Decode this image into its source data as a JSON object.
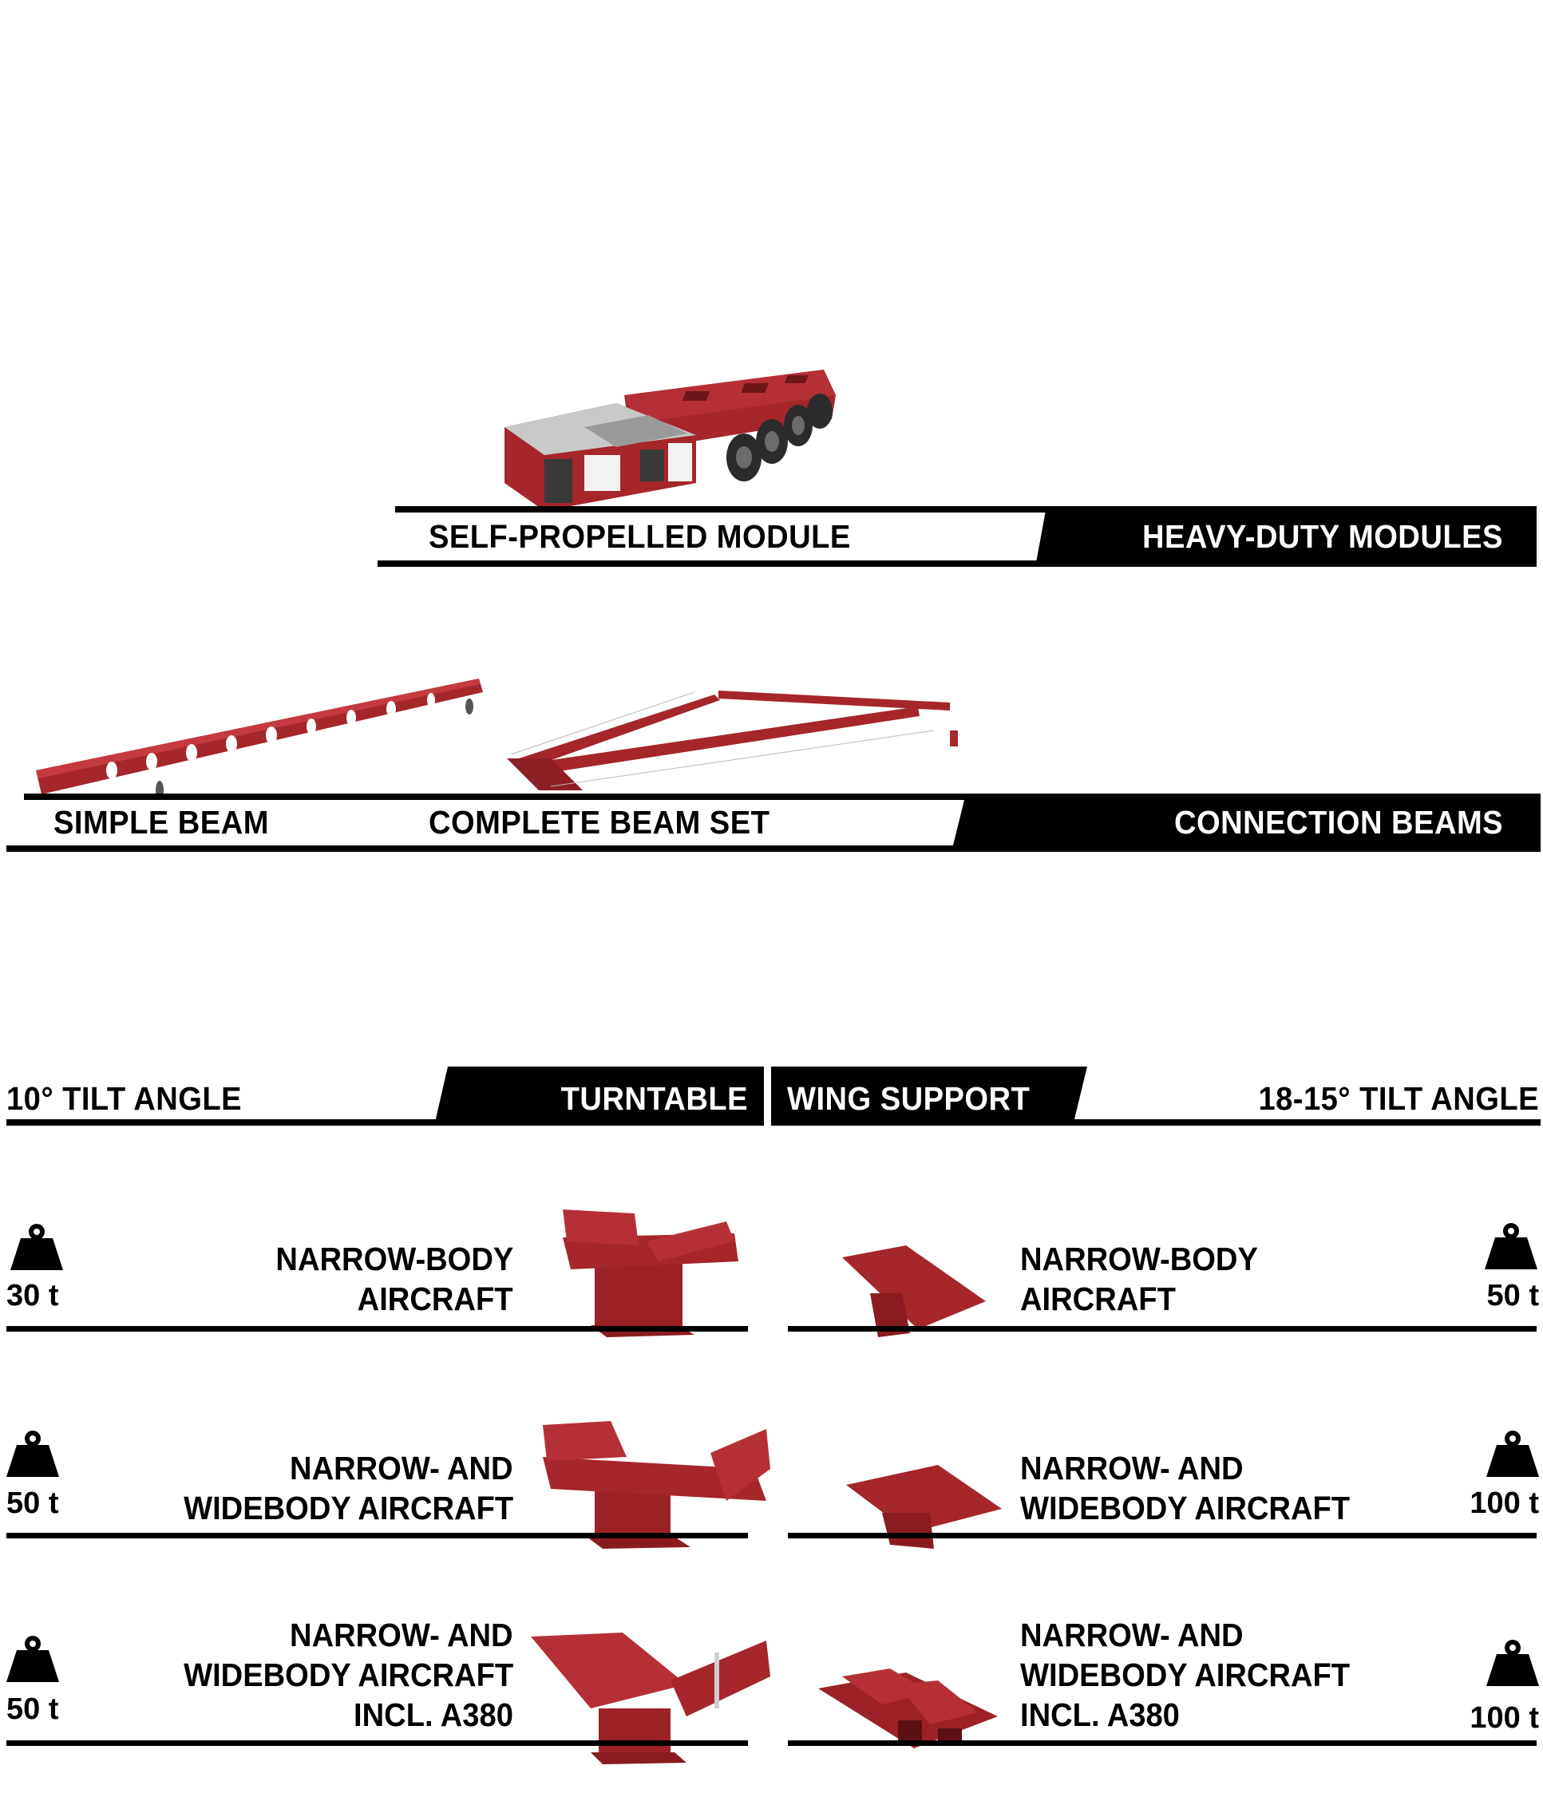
{
  "colors": {
    "product_red": "#a5262b",
    "band_black": "#000000",
    "text_white": "#ffffff"
  },
  "heavy_duty": {
    "product_label": "SELF-PROPELLED MODULE",
    "category_label": "HEAVY-DUTY MODULES"
  },
  "connection_beams": {
    "products": [
      "SIMPLE BEAM",
      "COMPLETE BEAM SET"
    ],
    "category_label": "CONNECTION BEAMS"
  },
  "supports": {
    "left_angle_label": "10° TILT ANGLE",
    "left_category_label": "TURNTABLE",
    "right_category_label": "WING SUPPORT",
    "right_angle_label": "18-15° TILT ANGLE",
    "turntable_rows": [
      {
        "lines": [
          "NARROW-BODY",
          "AIRCRAFT"
        ],
        "capacity": "30 t"
      },
      {
        "lines": [
          "NARROW- AND",
          "WIDEBODY AIRCRAFT"
        ],
        "capacity": "50 t"
      },
      {
        "lines": [
          "NARROW- AND",
          "WIDEBODY AIRCRAFT",
          "INCL. A380"
        ],
        "capacity": "50 t"
      }
    ],
    "wing_rows": [
      {
        "lines": [
          "NARROW-BODY",
          "AIRCRAFT"
        ],
        "capacity": "50 t"
      },
      {
        "lines": [
          "NARROW- AND",
          "WIDEBODY AIRCRAFT"
        ],
        "capacity": "100 t"
      },
      {
        "lines": [
          "NARROW- AND",
          "WIDEBODY AIRCRAFT",
          "INCL. A380"
        ],
        "capacity": "100 t"
      }
    ]
  },
  "icons": {
    "weight": "weight-icon"
  }
}
